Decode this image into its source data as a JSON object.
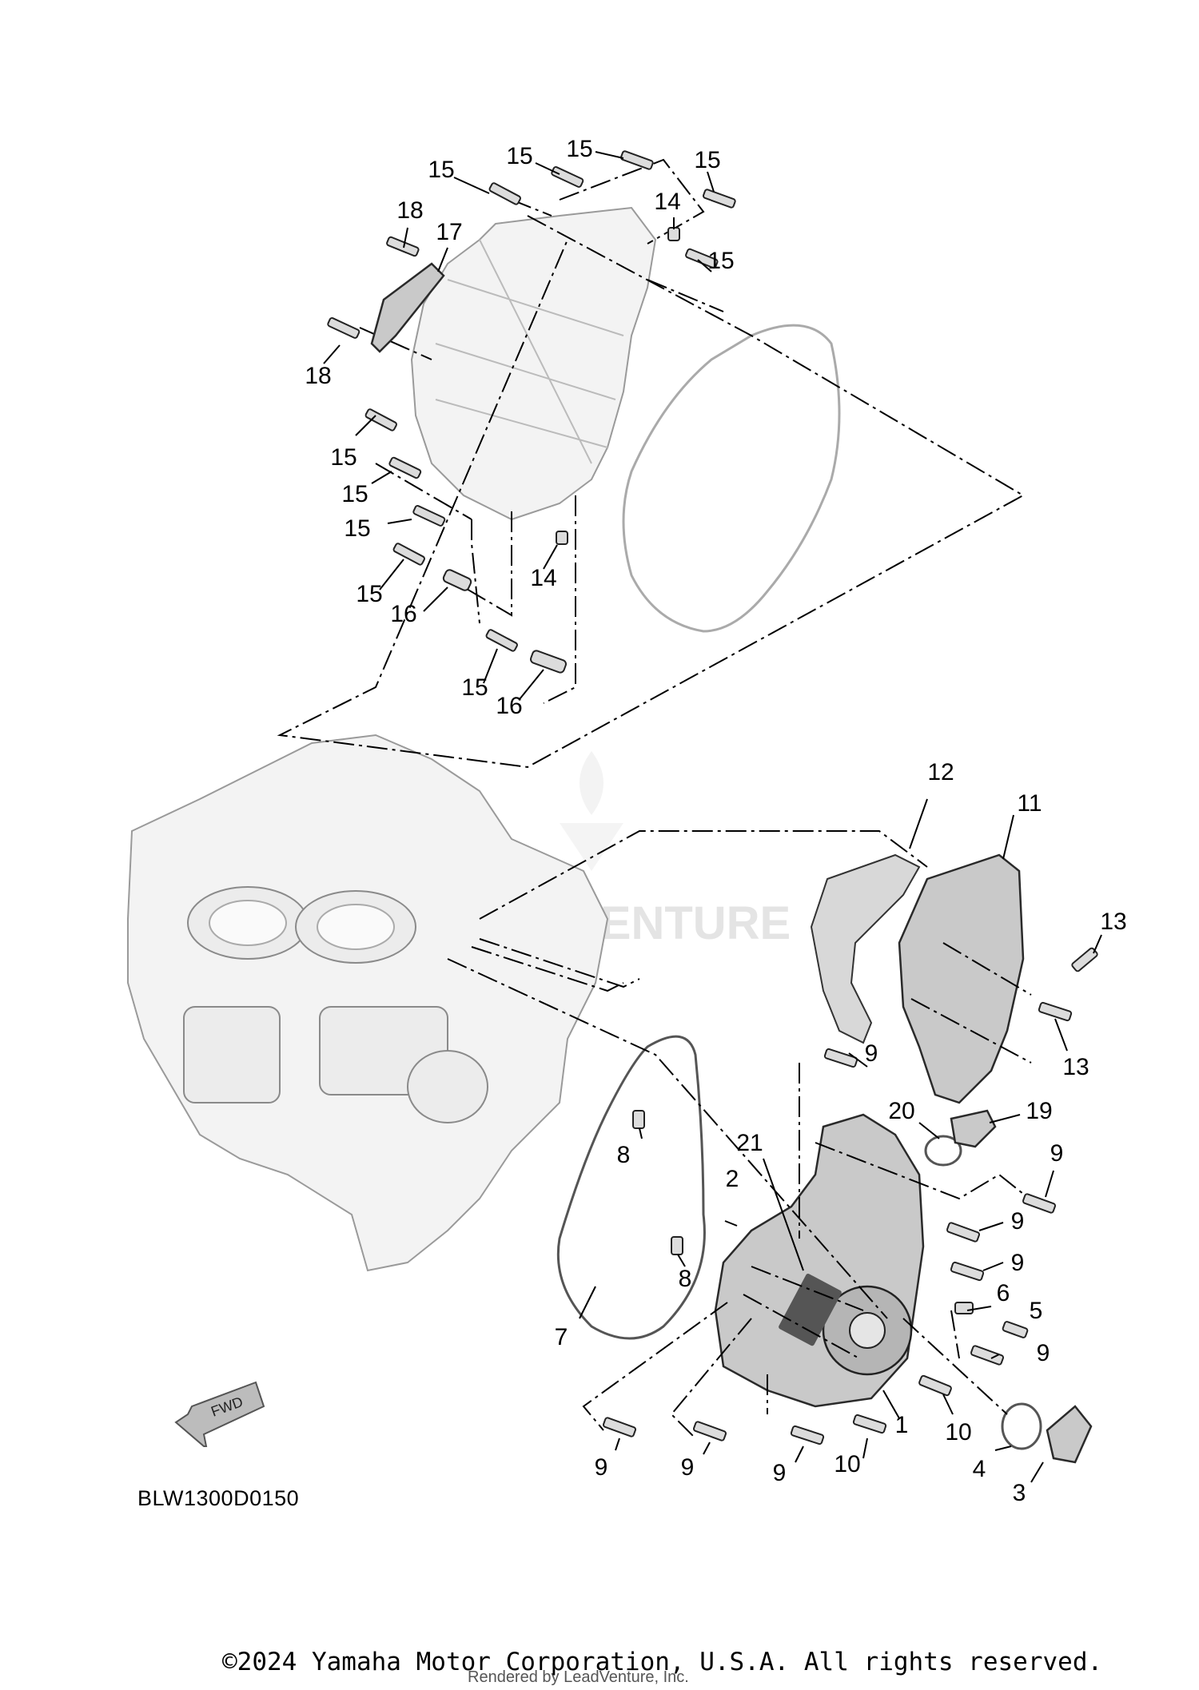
{
  "diagram": {
    "code": "BLW1300D0150",
    "direction_arrow_label": "FWD",
    "watermark": "ENTURE",
    "callouts": {
      "c15a": "15",
      "c15b": "15",
      "c15c": "15",
      "c15d": "15",
      "c15e": "15",
      "c15f": "15",
      "c15g": "15",
      "c15h": "15",
      "c15i": "15",
      "c15j": "15",
      "c14a": "14",
      "c14b": "14",
      "c18a": "18",
      "c18b": "18",
      "c17": "17",
      "c16a": "16",
      "c16b": "16",
      "c12": "12",
      "c11": "11",
      "c13a": "13",
      "c13b": "13",
      "c9a": "9",
      "c9b": "9",
      "c9c": "9",
      "c9d": "9",
      "c9e": "9",
      "c9f": "9",
      "c9g": "9",
      "c9h": "9",
      "c20": "20",
      "c19": "19",
      "c21": "21",
      "c8a": "8",
      "c8b": "8",
      "c2": "2",
      "c6": "6",
      "c5": "5",
      "c7": "7",
      "c10a": "10",
      "c10b": "10",
      "c1": "1",
      "c4": "4",
      "c3": "3"
    }
  },
  "footer": {
    "copyright": "©2024 Yamaha Motor Corporation, U.S.A. All rights reserved.",
    "rendered_by": "Rendered by LeadVenture, Inc."
  }
}
